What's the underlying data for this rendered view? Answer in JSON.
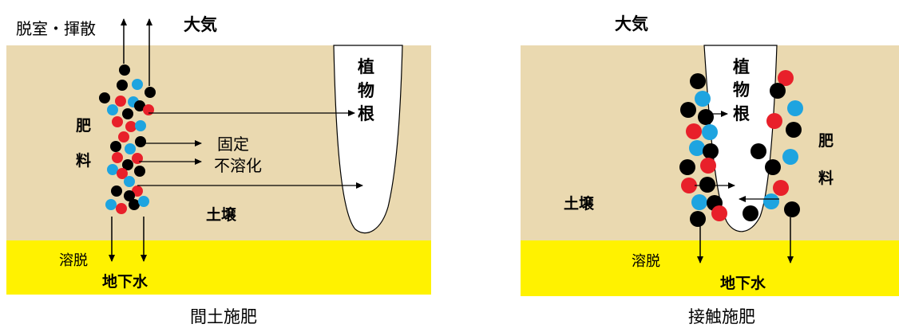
{
  "left_panel": {
    "top_label": "脱室・揮散",
    "atmosphere": "大気",
    "plant_root": [
      "植",
      "物",
      "根"
    ],
    "fertilizer": [
      "肥",
      "料"
    ],
    "fixation": "固定",
    "insolubilization": "不溶化",
    "soil": "土壌",
    "leaching": "溶脱",
    "groundwater": "地下水",
    "caption": "間土施肥"
  },
  "right_panel": {
    "atmosphere": "大気",
    "plant_root": [
      "植",
      "物",
      "根"
    ],
    "fertilizer": [
      "肥",
      "料"
    ],
    "soil": "土壌",
    "leaching": "溶脱",
    "groundwater": "地下水",
    "caption": "接触施肥"
  },
  "colors": {
    "soil": "#EAD9B0",
    "groundwater": "#FFF200",
    "black_particle": "#000000",
    "red_particle": "#E8202A",
    "blue_particle": "#1EA4E0"
  }
}
